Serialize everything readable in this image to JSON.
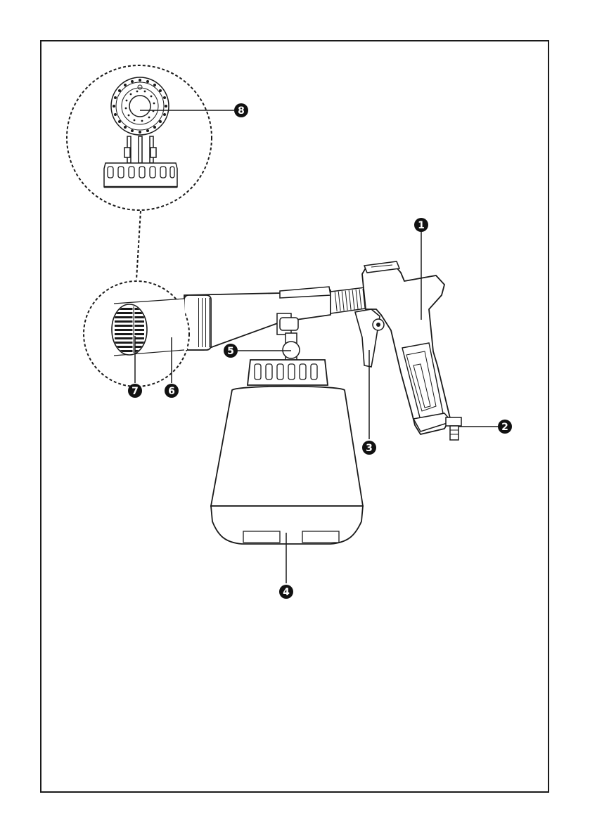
{
  "figure": {
    "title": "",
    "callouts": [
      {
        "id": "c1",
        "label": "1",
        "part": "handle"
      },
      {
        "id": "c2",
        "label": "2",
        "part": "air-connector"
      },
      {
        "id": "c3",
        "label": "3",
        "part": "trigger"
      },
      {
        "id": "c4",
        "label": "4",
        "part": "container"
      },
      {
        "id": "c5",
        "label": "5",
        "part": "container-valve"
      },
      {
        "id": "c6",
        "label": "6",
        "part": "nozzle-head"
      },
      {
        "id": "c7",
        "label": "7",
        "part": "nozzle-grille"
      },
      {
        "id": "c8",
        "label": "8",
        "part": "nozzle-outlet"
      }
    ],
    "colors": {
      "ink": "#1a1a1a",
      "badge": "#111111",
      "badge_text": "#ffffff",
      "body_fill": "#ffffff",
      "shade": "#e6e6e6"
    }
  }
}
